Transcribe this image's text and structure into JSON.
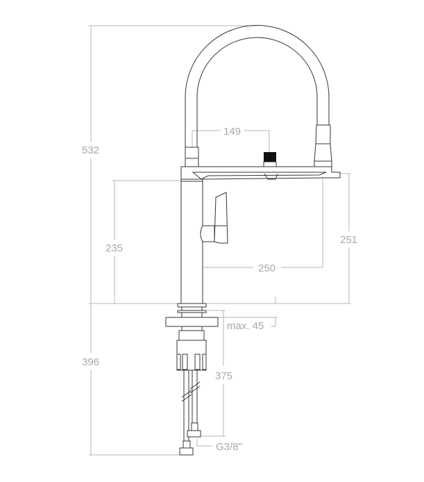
{
  "title": "Faucet dimension drawing",
  "dimensions": {
    "total_height": "532",
    "below_deck": "396",
    "body_height": "235",
    "spout_clearance": "251",
    "reach": "250",
    "head_offset": "149",
    "max_deck_thickness": "max. 45",
    "hose_length": "375",
    "connection_thread": "G3/8\""
  },
  "colors": {
    "dimension": "#a8a8a8",
    "outline": "#333333"
  }
}
